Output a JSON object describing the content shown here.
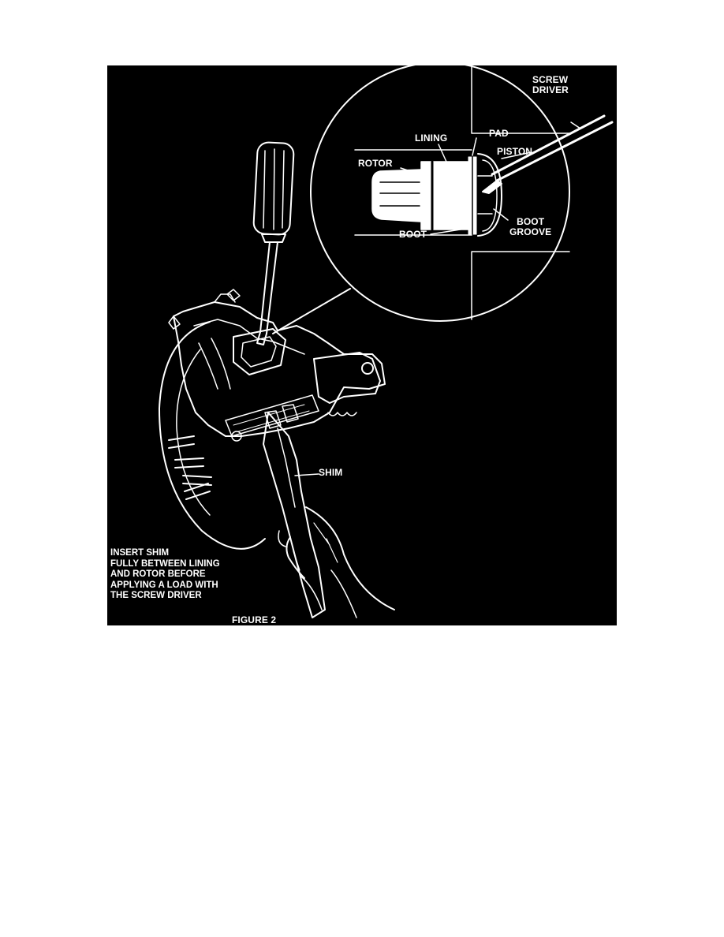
{
  "figure": {
    "caption": "FIGURE 2",
    "labels": {
      "screw_driver_1": "SCREW",
      "screw_driver_2": "DRIVER",
      "lining": "LINING",
      "pad": "PAD",
      "rotor": "ROTOR",
      "piston": "PISTON",
      "boot_left": "BOOT",
      "boot_groove_1": "BOOT",
      "boot_groove_2": "GROOVE",
      "shim": "SHIM"
    },
    "instruction": [
      "INSERT SHIM",
      "FULLY BETWEEN LINING",
      "AND ROTOR BEFORE",
      "APPLYING A LOAD WITH",
      "THE SCREW DRIVER"
    ],
    "colors": {
      "background": "#000000",
      "lines": "#ffffff",
      "page": "#ffffff"
    }
  }
}
